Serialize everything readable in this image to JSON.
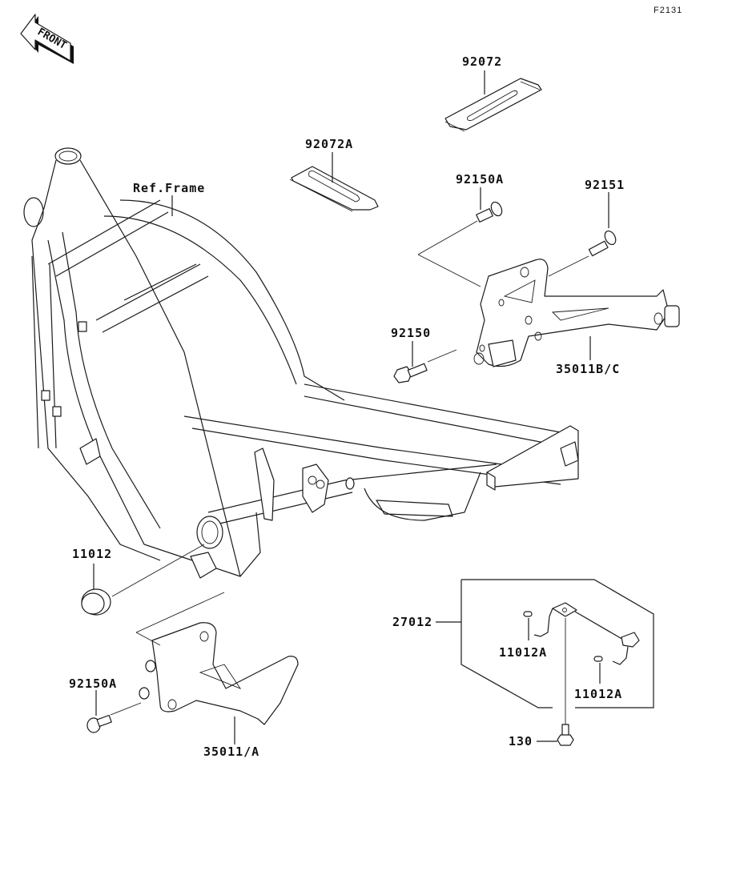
{
  "figure_id": "F2131",
  "front_indicator": "FRONT",
  "callouts": {
    "strap_upper": "92072",
    "strap_lower": "92072A",
    "frame": "Ref.Frame",
    "bolt_upper_left": "92150A",
    "bolt_upper_right": "92151",
    "bolt_mid": "92150",
    "bracket_right": "35011B/C",
    "cap": "11012",
    "bolt_lower": "92150A",
    "bracket_left": "35011/A",
    "stand_assembly": "27012",
    "cap_a_left": "11012A",
    "cap_a_right": "11012A",
    "bolt_stand": "130"
  }
}
